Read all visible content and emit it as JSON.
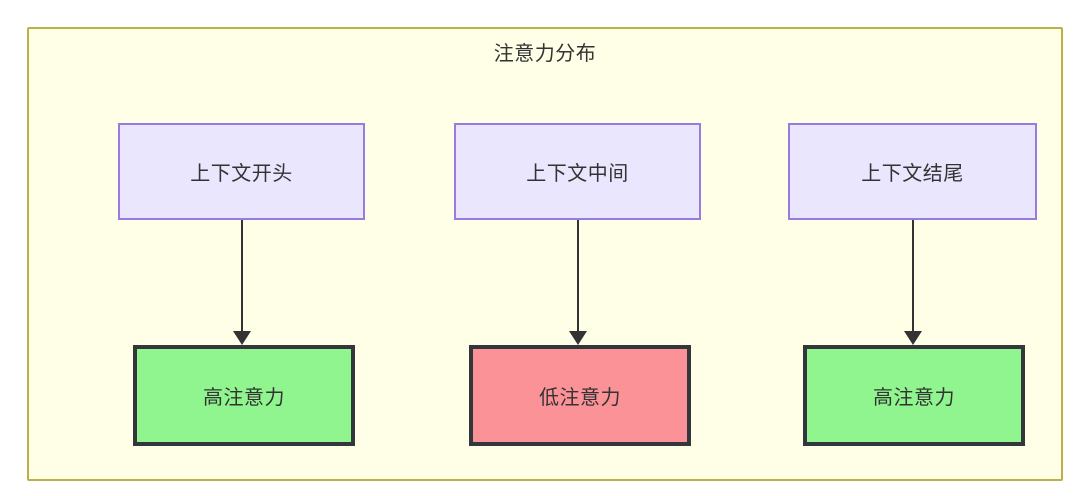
{
  "diagram": {
    "title": "注意力分布",
    "columns": [
      {
        "source_label": "上下文开头",
        "target_label": "高注意力",
        "target_level": "high"
      },
      {
        "source_label": "上下文中间",
        "target_label": "低注意力",
        "target_level": "low"
      },
      {
        "source_label": "上下文结尾",
        "target_label": "高注意力",
        "target_level": "high"
      }
    ],
    "colors": {
      "container_fill": "#fffee6",
      "container_border": "#bdb047",
      "source_fill": "#e9e6fd",
      "source_border": "#9a79e0",
      "high_fill": "#90f58f",
      "low_fill": "#fb9297",
      "target_border": "#33363b",
      "edge": "#333333",
      "text": "#333333"
    }
  }
}
